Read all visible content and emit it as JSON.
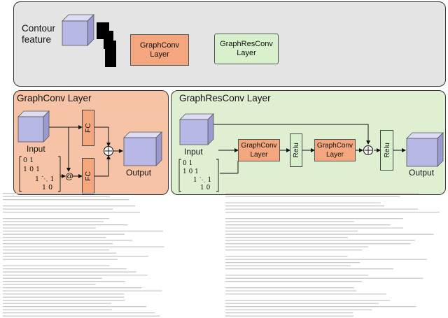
{
  "top_panel": {
    "label_line1": "Contour",
    "label_line2": "feature",
    "graphconv_line1": "GraphConv",
    "graphconv_line2": "Layer",
    "graphresconv_line1": "GraphResConv",
    "graphresconv_line2": "Layer"
  },
  "graphconv_panel": {
    "title": "GraphConv Layer",
    "input_label": "Input",
    "output_label": "Output",
    "fc_label": "FC",
    "at_symbol": "@",
    "plus_symbol": "+",
    "matrix_rows": [
      "0 1",
      "1 0 1",
      "1 ⋱ 1",
      "1 0"
    ]
  },
  "graphresconv_panel": {
    "title": "GraphResConv Layer",
    "input_label": "Input",
    "output_label": "Output",
    "graphconv_line1": "GraphConv",
    "graphconv_line2": "Layer",
    "relu_label": "Relu",
    "plus_symbol": "+",
    "matrix_rows": [
      "0 1",
      "1 0 1",
      "1 ⋱ 1",
      "1 0"
    ]
  },
  "colors": {
    "top_panel_bg": "#e4e4e4",
    "graphconv_panel_bg": "#f6c3a6",
    "graphresconv_panel_bg": "#dff0d2",
    "orange_box": "#f4a67e",
    "green_box": "#d8f0cc",
    "cube_front": "#b8b8e6",
    "cube_top": "#dcdcf4",
    "cube_side": "#9a9ad0"
  },
  "cube_icons": [
    "contour-cube-icon",
    "input-cube-icon",
    "output-cube-icon"
  ]
}
